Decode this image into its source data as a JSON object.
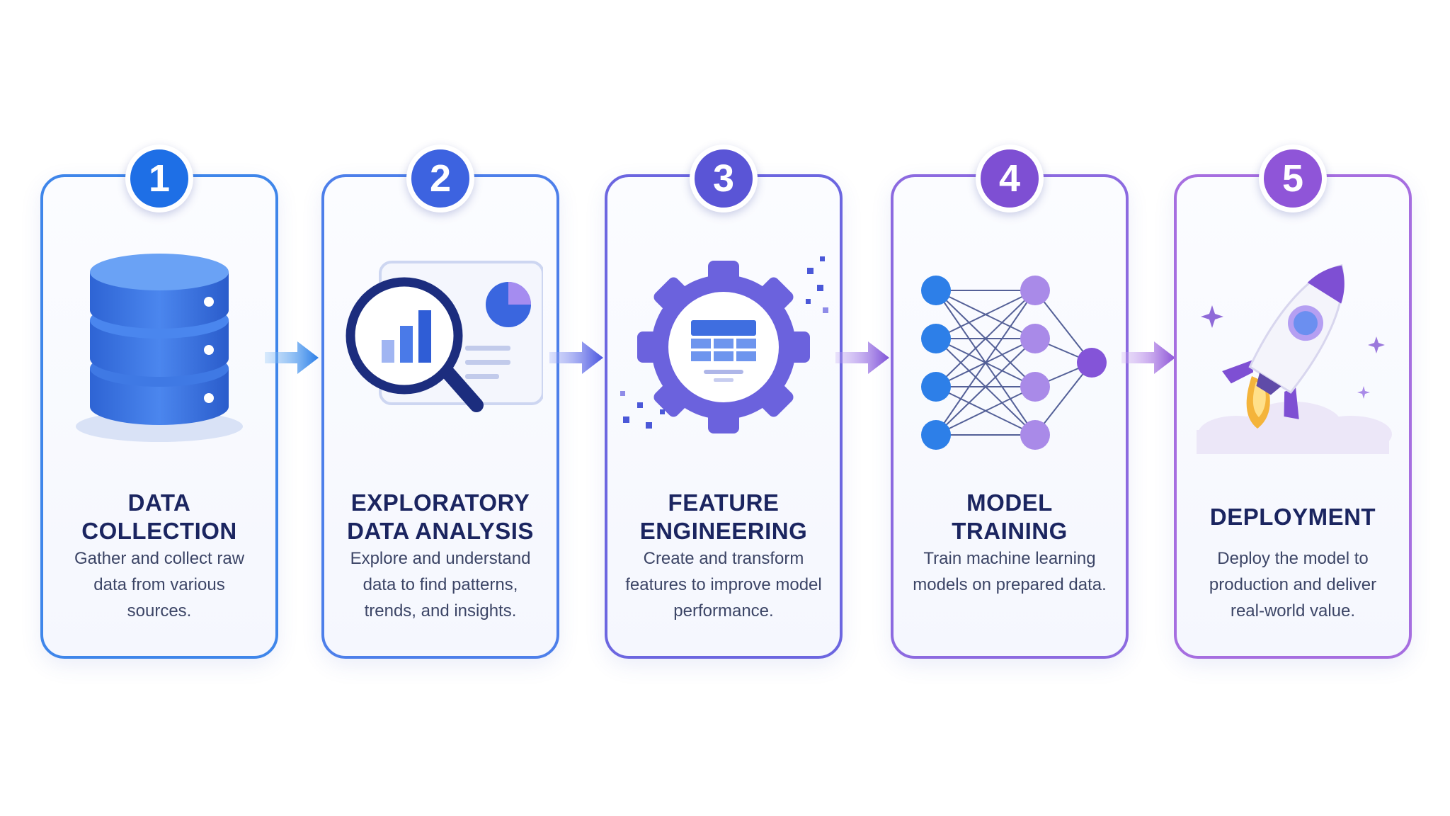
{
  "steps": [
    {
      "number": "1",
      "title_line1": "DATA",
      "title_line2": "COLLECTION",
      "description": "Gather and collect raw data from various sources."
    },
    {
      "number": "2",
      "title_line1": "EXPLORATORY",
      "title_line2": "DATA ANALYSIS",
      "description": "Explore and understand data to find patterns, trends, and insights."
    },
    {
      "number": "3",
      "title_line1": "FEATURE",
      "title_line2": "ENGINEERING",
      "description": "Create and transform features to improve model performance."
    },
    {
      "number": "4",
      "title_line1": "MODEL",
      "title_line2": "TRAINING",
      "description": "Train machine learning models on prepared data."
    },
    {
      "number": "5",
      "title_line1": "DEPLOYMENT",
      "title_line2": "",
      "description": "Deploy the model to production and deliver real-world value."
    }
  ],
  "colors": {
    "step1": "#1e6fe6",
    "step2": "#3d63e0",
    "step3": "#5a55d6",
    "step4": "#7e4fd3",
    "step5": "#8f55d8",
    "title_text": "#1b2560",
    "body_text": "#3c4566"
  },
  "icons": [
    "database-icon",
    "magnifier-chart-icon",
    "gear-table-icon",
    "neural-network-icon",
    "rocket-icon"
  ]
}
